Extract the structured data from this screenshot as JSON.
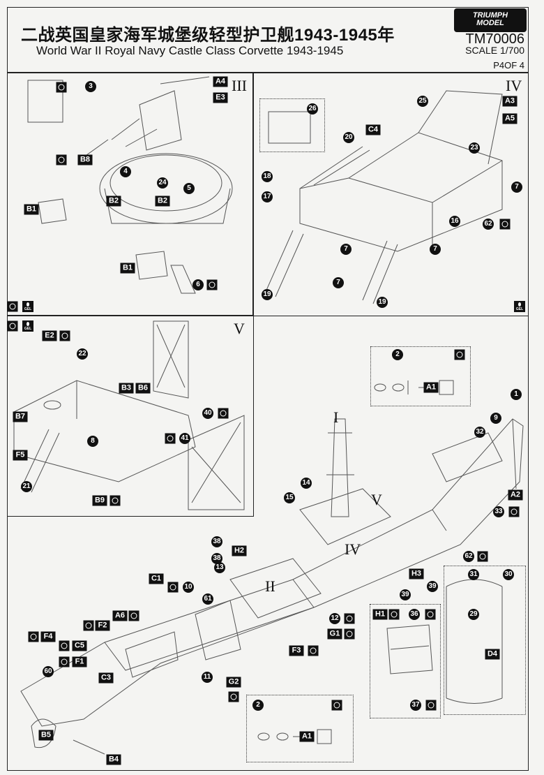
{
  "header": {
    "title_cn": "二战英国皇家海军城堡级轻型护卫舰1943-1945年",
    "title_en": "World War II Royal Navy Castle Class Corvette 1943-1945",
    "brand_line1": "TRIUMPH",
    "brand_line2": "MODEL",
    "product_code": "TM70006",
    "scale": "SCALE 1/700",
    "page": "P4OF 4"
  },
  "icons": {
    "gel": "GEL"
  },
  "steps": {
    "III": "III",
    "IV": "IV",
    "V": "V",
    "I": "I",
    "II": "II",
    "IV_main": "IV",
    "V_main": "V"
  },
  "p3": [
    "3",
    "A4",
    "E3",
    "B8",
    "4",
    "24",
    "B2",
    "B2",
    "5",
    "B1",
    "B1",
    "6"
  ],
  "p4": [
    "26",
    "25",
    "A3",
    "A5",
    "C4",
    "20",
    "23",
    "18",
    "17",
    "7",
    "16",
    "62",
    "7",
    "7",
    "7",
    "19",
    "19"
  ],
  "p5": [
    "E2",
    "22",
    "B3",
    "B6",
    "B7",
    "40",
    "41",
    "8",
    "F5",
    "21",
    "B9"
  ],
  "main": [
    "2",
    "A1",
    "1",
    "9",
    "32",
    "A2",
    "14",
    "15",
    "33",
    "38",
    "H2",
    "38",
    "62",
    "13",
    "H3",
    "31",
    "30",
    "C1",
    "10",
    "39",
    "39",
    "61",
    "A6",
    "12",
    "H1",
    "36",
    "29",
    "F2",
    "G1",
    "F4",
    "C5",
    "D4",
    "F3",
    "F1",
    "60",
    "C3",
    "G2",
    "11",
    "37",
    "2",
    "A1",
    "B5",
    "B4"
  ]
}
